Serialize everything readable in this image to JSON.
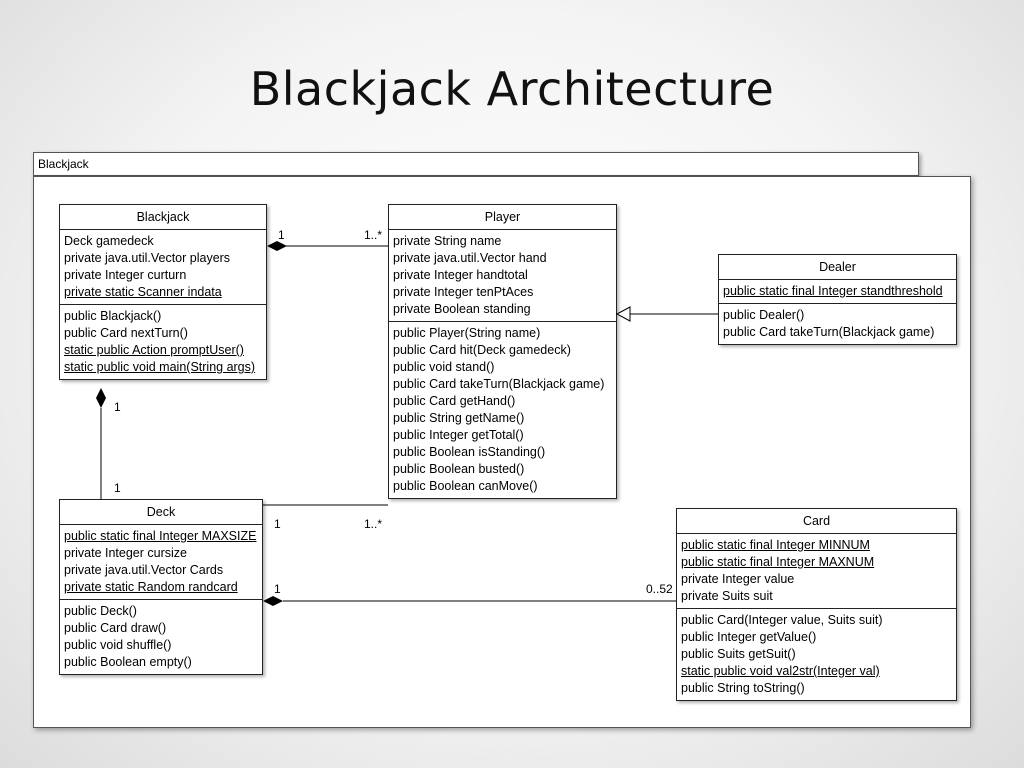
{
  "title": "Blackjack Architecture",
  "package": {
    "label": "Blackjack"
  },
  "classes": {
    "blackjack": {
      "name": "Blackjack",
      "attributes": [
        {
          "text": "Deck gamedeck",
          "static": false
        },
        {
          "text": "private java.util.Vector players",
          "static": false
        },
        {
          "text": "private Integer curturn",
          "static": false
        },
        {
          "text": "private static Scanner indata",
          "static": true
        }
      ],
      "operations": [
        {
          "text": "public Blackjack()",
          "static": false
        },
        {
          "text": "public Card nextTurn()",
          "static": false
        },
        {
          "text": "static public Action promptUser()",
          "static": true
        },
        {
          "text": "static public void main(String args)",
          "static": true
        }
      ]
    },
    "player": {
      "name": "Player",
      "attributes": [
        {
          "text": "private String name",
          "static": false
        },
        {
          "text": "private java.util.Vector hand",
          "static": false
        },
        {
          "text": "private Integer handtotal",
          "static": false
        },
        {
          "text": "private Integer tenPtAces",
          "static": false
        },
        {
          "text": "private Boolean standing",
          "static": false
        }
      ],
      "operations": [
        {
          "text": "public Player(String name)",
          "static": false
        },
        {
          "text": "public Card hit(Deck gamedeck)",
          "static": false
        },
        {
          "text": "public void stand()",
          "static": false
        },
        {
          "text": "public Card takeTurn(Blackjack game)",
          "static": false
        },
        {
          "text": "public Card getHand()",
          "static": false
        },
        {
          "text": "public String getName()",
          "static": false
        },
        {
          "text": "public Integer getTotal()",
          "static": false
        },
        {
          "text": "public Boolean isStanding()",
          "static": false
        },
        {
          "text": "public Boolean busted()",
          "static": false
        },
        {
          "text": "public Boolean canMove()",
          "static": false
        }
      ]
    },
    "dealer": {
      "name": "Dealer",
      "attributes": [
        {
          "text": "public static final Integer standthreshold",
          "static": true
        }
      ],
      "operations": [
        {
          "text": "public Dealer()",
          "static": false
        },
        {
          "text": "public Card takeTurn(Blackjack game)",
          "static": false
        }
      ]
    },
    "deck": {
      "name": "Deck",
      "attributes": [
        {
          "text": "public static final Integer MAXSIZE",
          "static": true
        },
        {
          "text": "private Integer cursize",
          "static": false
        },
        {
          "text": "private java.util.Vector Cards",
          "static": false
        },
        {
          "text": "private static Random randcard",
          "static": true
        }
      ],
      "operations": [
        {
          "text": "public Deck()",
          "static": false
        },
        {
          "text": "public Card draw()",
          "static": false
        },
        {
          "text": "public void shuffle()",
          "static": false
        },
        {
          "text": "public Boolean empty()",
          "static": false
        }
      ]
    },
    "card": {
      "name": "Card",
      "attributes": [
        {
          "text": "public static final Integer MINNUM",
          "static": true
        },
        {
          "text": "public static final Integer MAXNUM",
          "static": true
        },
        {
          "text": "private Integer value",
          "static": false
        },
        {
          "text": "private Suits suit",
          "static": false
        }
      ],
      "operations": [
        {
          "text": "public Card(Integer value, Suits suit)",
          "static": false
        },
        {
          "text": "public Integer getValue()",
          "static": false
        },
        {
          "text": "public Suits getSuit()",
          "static": false
        },
        {
          "text": "static public void val2str(Integer val)",
          "static": true
        },
        {
          "text": "public String toString()",
          "static": false
        }
      ]
    }
  },
  "multiplicities": {
    "blackjack_player_source": "1",
    "blackjack_player_target": "1..*",
    "blackjack_deck_source": "1",
    "blackjack_deck_target": "1",
    "deck_player_source": "1",
    "deck_player_target": "1..*",
    "deck_card_source": "1",
    "deck_card_target": "0..52"
  }
}
